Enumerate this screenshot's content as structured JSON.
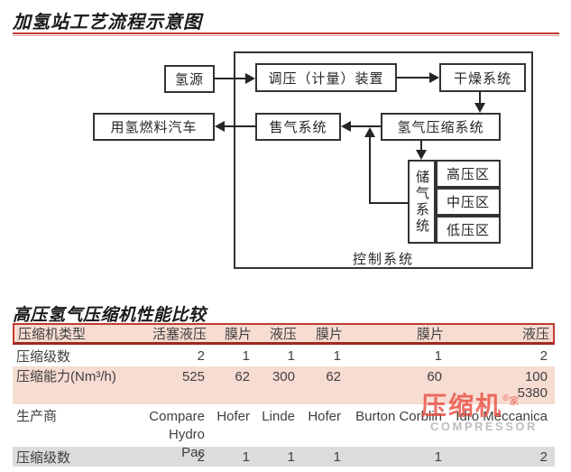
{
  "colors": {
    "accent_red": "#c43a2e",
    "dark_red": "#9e2b20",
    "pink_bg": "#f7dcd2",
    "gray_bg": "#dcdcdc",
    "line_dark": "#333333",
    "wm_red": "#e8483b",
    "wm_gray": "#b7b7b7"
  },
  "diagram": {
    "title": "加氢站工艺流程示意图",
    "nodes": {
      "source": "氢源",
      "regulator": "调压（计量）装置",
      "dryer": "干燥系统",
      "vehicle": "用氢燃料汽车",
      "dispenser": "售气系统",
      "compressor": "氢气压缩系统",
      "storage": "储气系统",
      "zone_high": "高压区",
      "zone_mid": "中压区",
      "zone_low": "低压区",
      "control": "控制系统"
    }
  },
  "table": {
    "title": "高压氢气压缩机性能比较",
    "header": {
      "label": "压缩机类型",
      "cols": [
        "活塞液压",
        "膜片",
        "液压",
        "膜片",
        "膜片",
        "液压"
      ]
    },
    "stages_top": {
      "label": "压缩级数",
      "values": [
        "2",
        "1",
        "1",
        "1",
        "1",
        "2"
      ]
    },
    "capacity": {
      "label": "压缩能力(Nm³/h)",
      "values": [
        "525",
        "62",
        "300",
        "62",
        "60",
        "100"
      ],
      "extra_value": "5380"
    },
    "manufacturer": {
      "label": "生产商",
      "names": [
        "Compare",
        "Hofer",
        "Linde",
        "Hofer",
        "Burton Corblin",
        "Idro Meccanica"
      ],
      "name1_line2": "Hydro Pac"
    },
    "stages_bottom": {
      "label": "压缩级数",
      "values": [
        "2",
        "1",
        "1",
        "1",
        "1",
        "2"
      ]
    }
  },
  "watermark": {
    "text": "压缩机",
    "reg": "®",
    "side_text": "家",
    "subtext": "COMPRESSOR"
  }
}
